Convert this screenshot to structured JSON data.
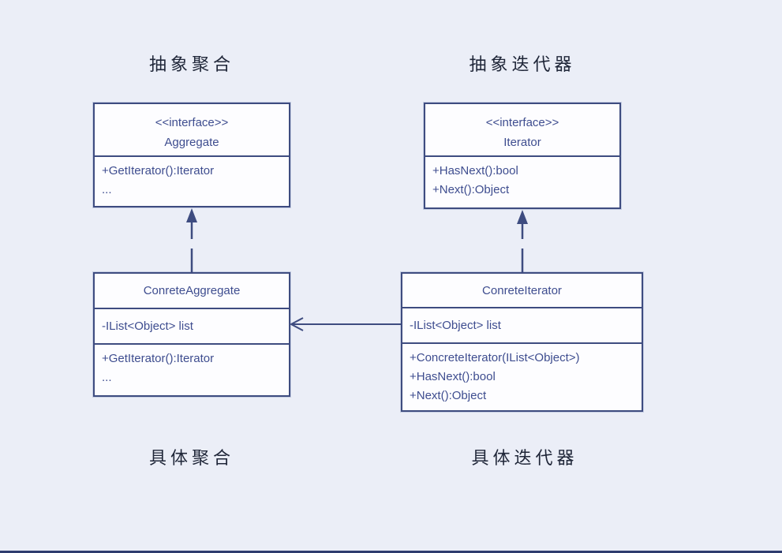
{
  "diagram": {
    "type": "uml-class-diagram",
    "pattern": "Iterator",
    "background_color": "#ebeef7",
    "border_color": "#3e4c80",
    "box_fill_color": "#fdfdff",
    "box_text_color": "#3e4d8f",
    "label_text_color": "#1f2638",
    "bottom_bar_color": "#2e3c6e"
  },
  "labels": {
    "top_left": "抽象聚合",
    "top_right": "抽象迭代器",
    "bottom_left": "具体聚合",
    "bottom_right": "具体迭代器"
  },
  "classes": {
    "aggregate": {
      "stereotype": "<<interface>>",
      "name": "Aggregate",
      "members": [
        "+GetIterator():Iterator",
        "..."
      ]
    },
    "iterator": {
      "stereotype": "<<interface>>",
      "name": "Iterator",
      "members": [
        "+HasNext():bool",
        "+Next():Object"
      ]
    },
    "concrete_aggregate": {
      "name": "ConreteAggregate",
      "attributes": [
        "-IList<Object> list"
      ],
      "methods": [
        "+GetIterator():Iterator",
        "..."
      ]
    },
    "concrete_iterator": {
      "name": "ConreteIterator",
      "attributes": [
        "-IList<Object> list"
      ],
      "methods": [
        "+ConcreteIterator(IList<Object>)",
        "+HasNext():bool",
        "+Next():Object"
      ]
    }
  },
  "relations": [
    {
      "type": "realization",
      "from": "ConreteAggregate",
      "to": "Aggregate",
      "line": "dashed",
      "head": "filled-triangle-up"
    },
    {
      "type": "realization",
      "from": "ConreteIterator",
      "to": "Iterator",
      "line": "dashed",
      "head": "filled-triangle-up"
    },
    {
      "type": "association",
      "from": "ConreteIterator",
      "to": "ConreteAggregate",
      "line": "solid",
      "head": "open-arrow-left"
    }
  ]
}
